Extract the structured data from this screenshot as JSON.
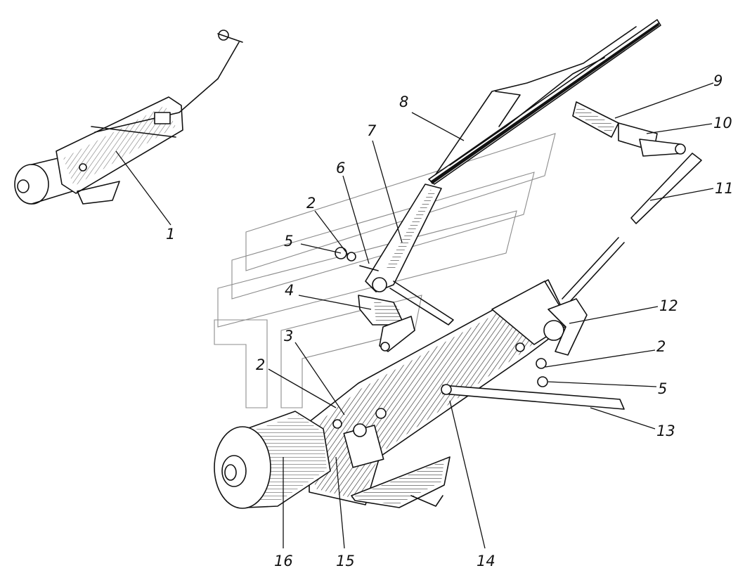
{
  "diagram": {
    "callouts": [
      {
        "id": "c1",
        "text": "1"
      },
      {
        "id": "c2a",
        "text": "2"
      },
      {
        "id": "c5a",
        "text": "5"
      },
      {
        "id": "c6",
        "text": "6"
      },
      {
        "id": "c7",
        "text": "7"
      },
      {
        "id": "c8",
        "text": "8"
      },
      {
        "id": "c9",
        "text": "9"
      },
      {
        "id": "c10",
        "text": "10"
      },
      {
        "id": "c11",
        "text": "11"
      },
      {
        "id": "c4",
        "text": "4"
      },
      {
        "id": "c12",
        "text": "12"
      },
      {
        "id": "c3",
        "text": "3"
      },
      {
        "id": "c2b",
        "text": "2"
      },
      {
        "id": "c2c",
        "text": "2"
      },
      {
        "id": "c5b",
        "text": "5"
      },
      {
        "id": "c13",
        "text": "13"
      },
      {
        "id": "c16",
        "text": "16"
      },
      {
        "id": "c15",
        "text": "15"
      },
      {
        "id": "c14",
        "text": "14"
      }
    ]
  }
}
